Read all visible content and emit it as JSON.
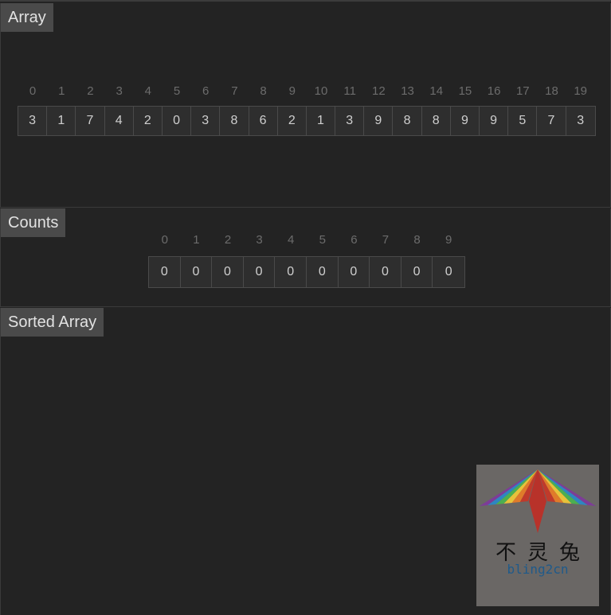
{
  "panels": {
    "array": {
      "label": "Array",
      "indices": [
        "0",
        "1",
        "2",
        "3",
        "4",
        "5",
        "6",
        "7",
        "8",
        "9",
        "10",
        "11",
        "12",
        "13",
        "14",
        "15",
        "16",
        "17",
        "18",
        "19"
      ],
      "values": [
        "3",
        "1",
        "7",
        "4",
        "2",
        "0",
        "3",
        "8",
        "6",
        "2",
        "1",
        "3",
        "9",
        "8",
        "8",
        "9",
        "9",
        "5",
        "7",
        "3"
      ]
    },
    "counts": {
      "label": "Counts",
      "indices": [
        "0",
        "1",
        "2",
        "3",
        "4",
        "5",
        "6",
        "7",
        "8",
        "9"
      ],
      "values": [
        "0",
        "0",
        "0",
        "0",
        "0",
        "0",
        "0",
        "0",
        "0",
        "0"
      ]
    },
    "sorted": {
      "label": "Sorted Array"
    }
  },
  "watermark": {
    "chinese_text": "不灵兔",
    "latin_text": "bling2cn",
    "kite_colors": [
      "#c03a2b",
      "#e07b2a",
      "#e8c23a",
      "#4caf50",
      "#2e86c1",
      "#7d3c98"
    ]
  },
  "colors": {
    "background": "#232323",
    "label_background": "#4a4a4a",
    "cell_border": "#4a4a4a"
  }
}
